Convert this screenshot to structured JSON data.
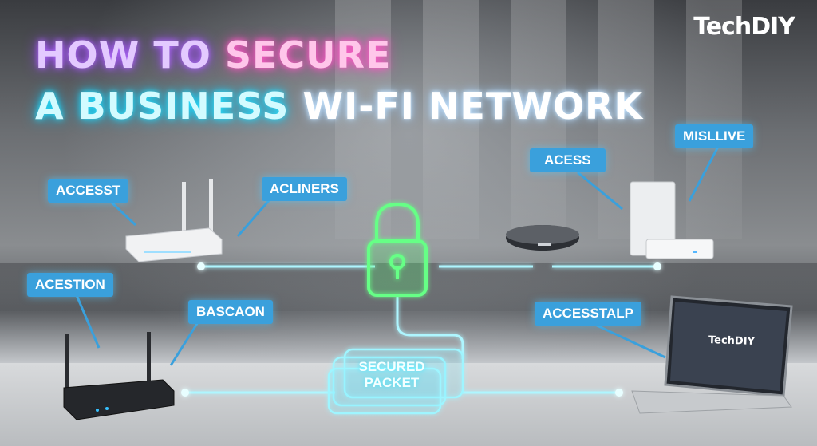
{
  "header": {
    "title_how": "HOW TO",
    "title_secure": "SECURE",
    "title_a_business": "A BUSINESS",
    "title_wifi_network": "WI-FI NETWORK",
    "brand": "TechDIY"
  },
  "callouts": {
    "accesst": "ACCESST",
    "acliners": "ACLINERS",
    "acess": "ACESS",
    "misllive": "MISLLIVE",
    "acestion": "ACESTION",
    "bascaon": "BASCAON",
    "accesstalp": "ACCESSTALP"
  },
  "center": {
    "packet_line1": "SECURED",
    "packet_line2": "PACKET"
  },
  "laptop": {
    "screen_brand": "TechDIY"
  },
  "colors": {
    "callout_blue": "#3aa0dc",
    "neon_cyan": "#27e3ff",
    "neon_green": "#5dff7a",
    "neon_purple": "#b36bff",
    "neon_pink": "#ff5fc9"
  },
  "icons": [
    "padlock-icon",
    "wifi-router-icon",
    "access-point-icon",
    "laptop-icon",
    "packet-icon"
  ]
}
